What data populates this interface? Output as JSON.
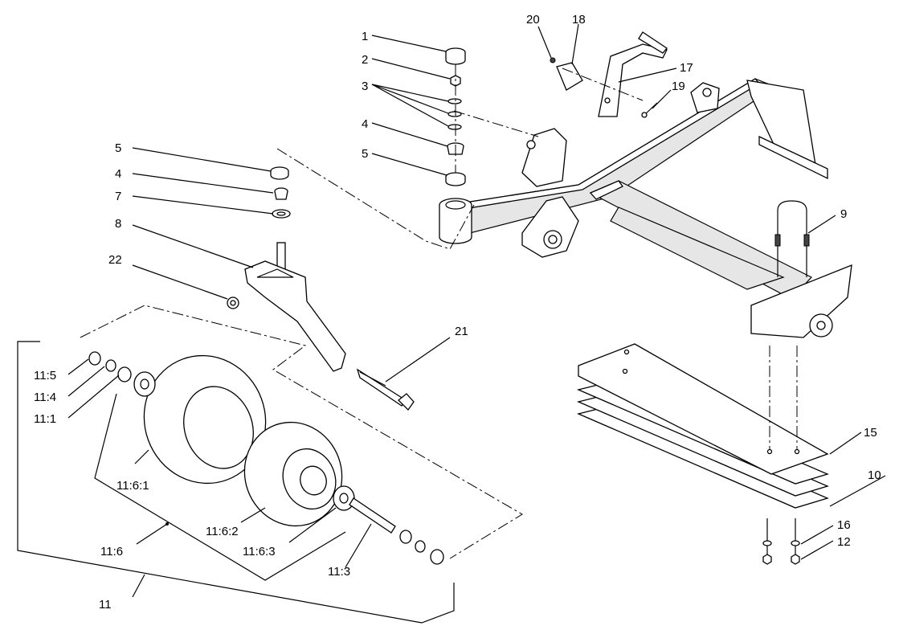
{
  "labels": {
    "l1": "1",
    "l2": "2",
    "l3": "3",
    "l4a": "4",
    "l5a": "5",
    "l20": "20",
    "l18": "18",
    "l17": "17",
    "l19": "19",
    "l5b": "5",
    "l4b": "4",
    "l7": "7",
    "l8": "8",
    "l22": "22",
    "l9": "9",
    "l21": "21",
    "l15": "15",
    "l10": "10",
    "l16": "16",
    "l12": "12",
    "l11_5": "11:5",
    "l11_4": "11:4",
    "l11_1": "11:1",
    "l11_6_1": "11:6:1",
    "l11_6_2": "11:6:2",
    "l11_6": "11:6",
    "l11_6_3": "11:6:3",
    "l11_3": "11:3",
    "l11": "11"
  }
}
